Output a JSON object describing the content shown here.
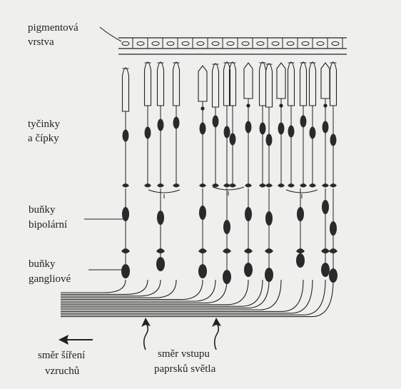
{
  "labels": {
    "pigment_1": "pigmentová",
    "pigment_2": "vrstva",
    "rods_1": "tyčinky",
    "rods_2": "a čípky",
    "bipolar_1": "buňky",
    "bipolar_2": "bipolární",
    "ganglion_1": "buňky",
    "ganglion_2": "gangliové",
    "impulse_1": "směr šíření",
    "impulse_2": "vzruchů",
    "light_1": "směr vstupu",
    "light_2": "paprsků světla"
  },
  "colors": {
    "ink": "#222222",
    "paper": "#efefed",
    "cell_fill": "#2a2a2a"
  }
}
